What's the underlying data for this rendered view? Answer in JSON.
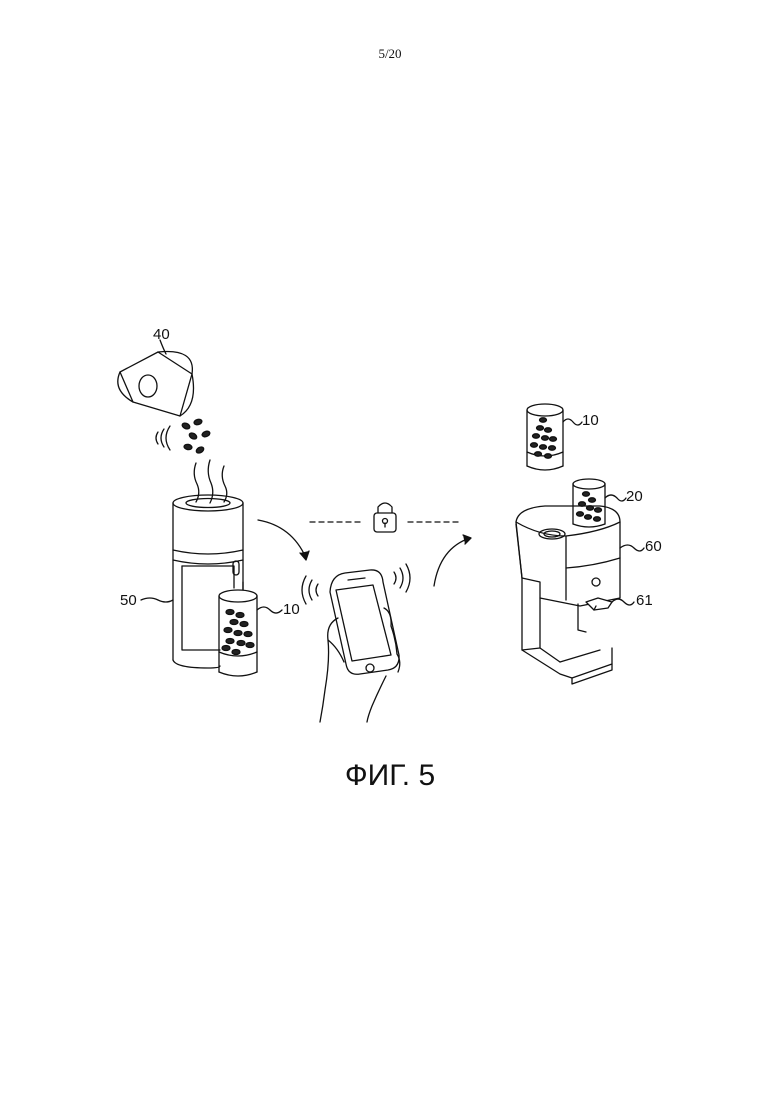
{
  "page": {
    "number": "5/20"
  },
  "figure": {
    "caption": "ФИГ. 5",
    "labels": {
      "bag": "40",
      "container_left": "10",
      "roaster": "50",
      "container_top": "10",
      "container_mounted": "20",
      "grinder": "60",
      "lever": "61"
    }
  }
}
